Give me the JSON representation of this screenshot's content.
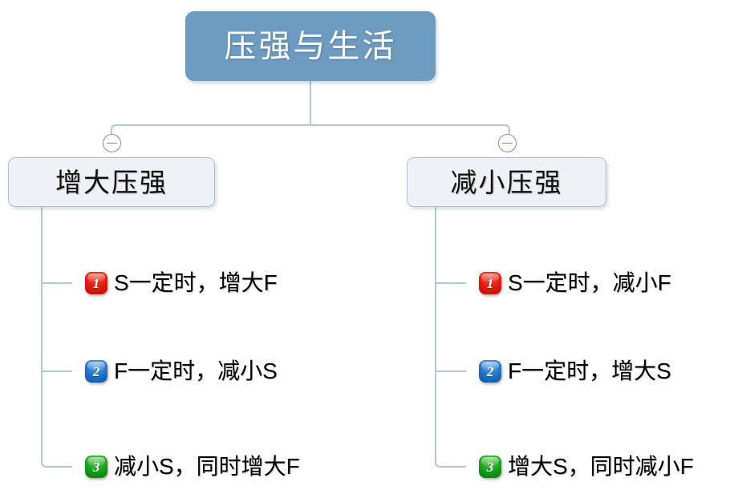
{
  "diagram": {
    "type": "mind-map",
    "title": "压强与生活",
    "root": {
      "label": "压强与生活",
      "fill_color": "#6E9BC0",
      "text_color": "#FFFFFF"
    },
    "branches": [
      {
        "id": "increase-pressure",
        "label": "增大压强",
        "fill_color": "#EEF2F6",
        "border_color": "#A9C3DA",
        "toggle": {
          "icon": "minus-circle-icon",
          "state": "expanded"
        },
        "children": [
          {
            "number": "1",
            "badge_color": "#E01B10",
            "label": "S一定时，增大F"
          },
          {
            "number": "2",
            "badge_color": "#1F72C8",
            "label": "F一定时，减小S"
          },
          {
            "number": "3",
            "badge_color": "#16A01C",
            "label": "减小S，同时增大F"
          }
        ]
      },
      {
        "id": "decrease-pressure",
        "label": "减小压强",
        "fill_color": "#EEF2F6",
        "border_color": "#A9C3DA",
        "toggle": {
          "icon": "minus-circle-icon",
          "state": "expanded"
        },
        "children": [
          {
            "number": "1",
            "badge_color": "#E01B10",
            "label": "S一定时，减小F"
          },
          {
            "number": "2",
            "badge_color": "#1F72C8",
            "label": "F一定时，增大S"
          },
          {
            "number": "3",
            "badge_color": "#16A01C",
            "label": "增大S，同时减小F"
          }
        ]
      }
    ],
    "connector_color": "#AFC6DB"
  }
}
